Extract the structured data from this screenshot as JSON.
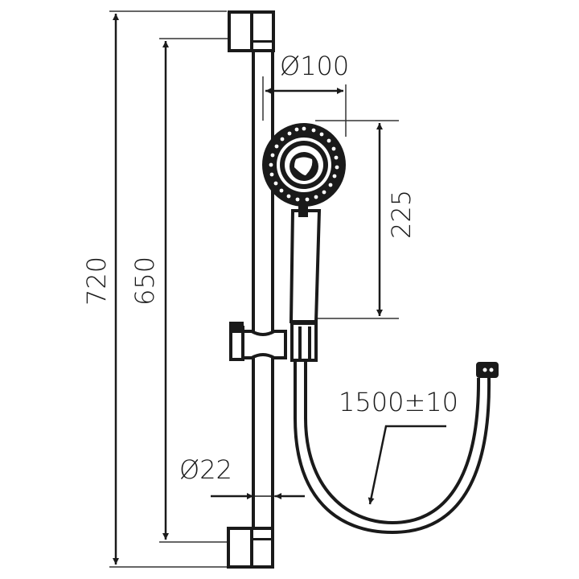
{
  "drawing": {
    "title": "Shower rail set technical drawing",
    "units": "mm",
    "line_color": "#1a1a1a",
    "background": "#ffffff"
  },
  "dimensions": {
    "overall_height": "720",
    "bracket_spacing": "650",
    "head_diameter": "Ø100",
    "handset_length": "225",
    "rail_diameter": "Ø22",
    "hose_length": "1500±10"
  },
  "components": [
    {
      "name": "top-wall-bracket"
    },
    {
      "name": "slide-rail"
    },
    {
      "name": "hand-shower-head"
    },
    {
      "name": "slider-holder"
    },
    {
      "name": "shower-hose"
    },
    {
      "name": "bottom-wall-bracket"
    }
  ]
}
